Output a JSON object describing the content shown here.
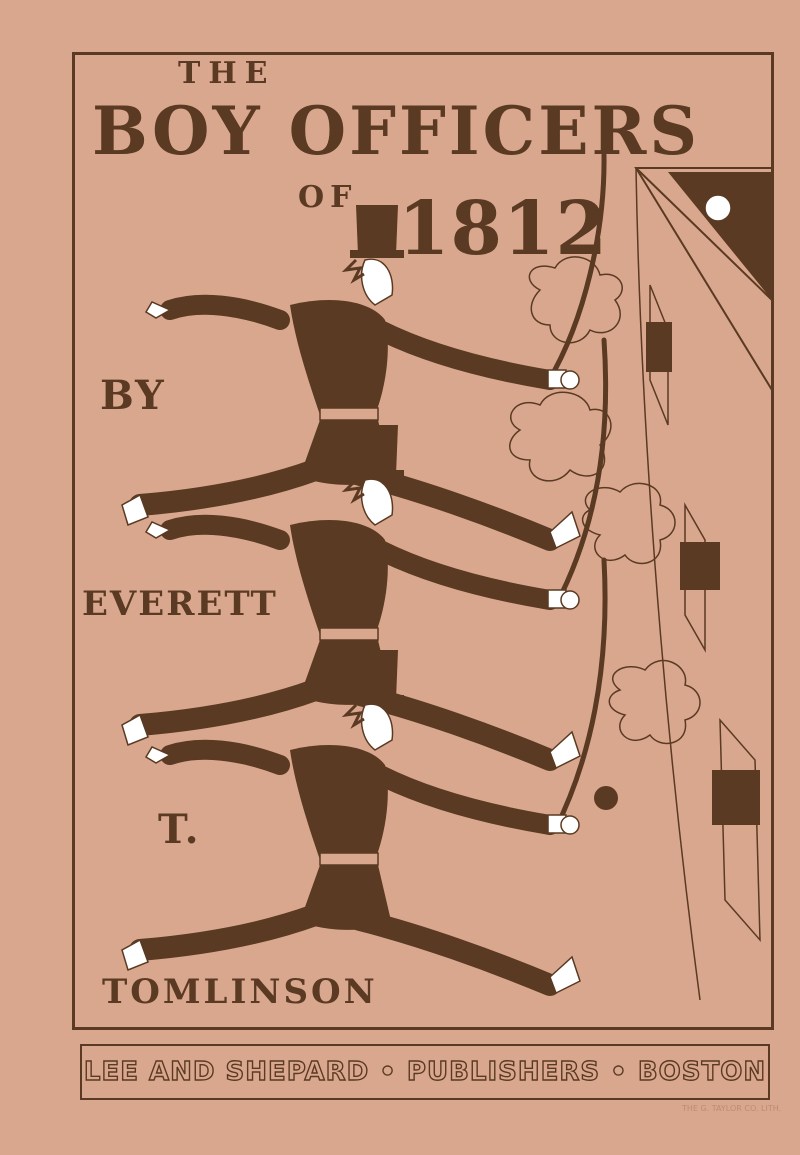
{
  "poster": {
    "title_the": "THE",
    "title_main": "BOY OFFICERS",
    "title_of": "OF",
    "title_year": "1812",
    "by": "BY",
    "author_first": "EVERETT",
    "author_middle": "T.",
    "author_last": "TOMLINSON",
    "publisher": "LEE AND SHEPARD • PUBLISHERS • BOSTON",
    "printer_mark": "THE G. TAYLOR CO. LITH."
  },
  "colors": {
    "ink": "#5a3a22",
    "paper": "#d9a78e"
  }
}
